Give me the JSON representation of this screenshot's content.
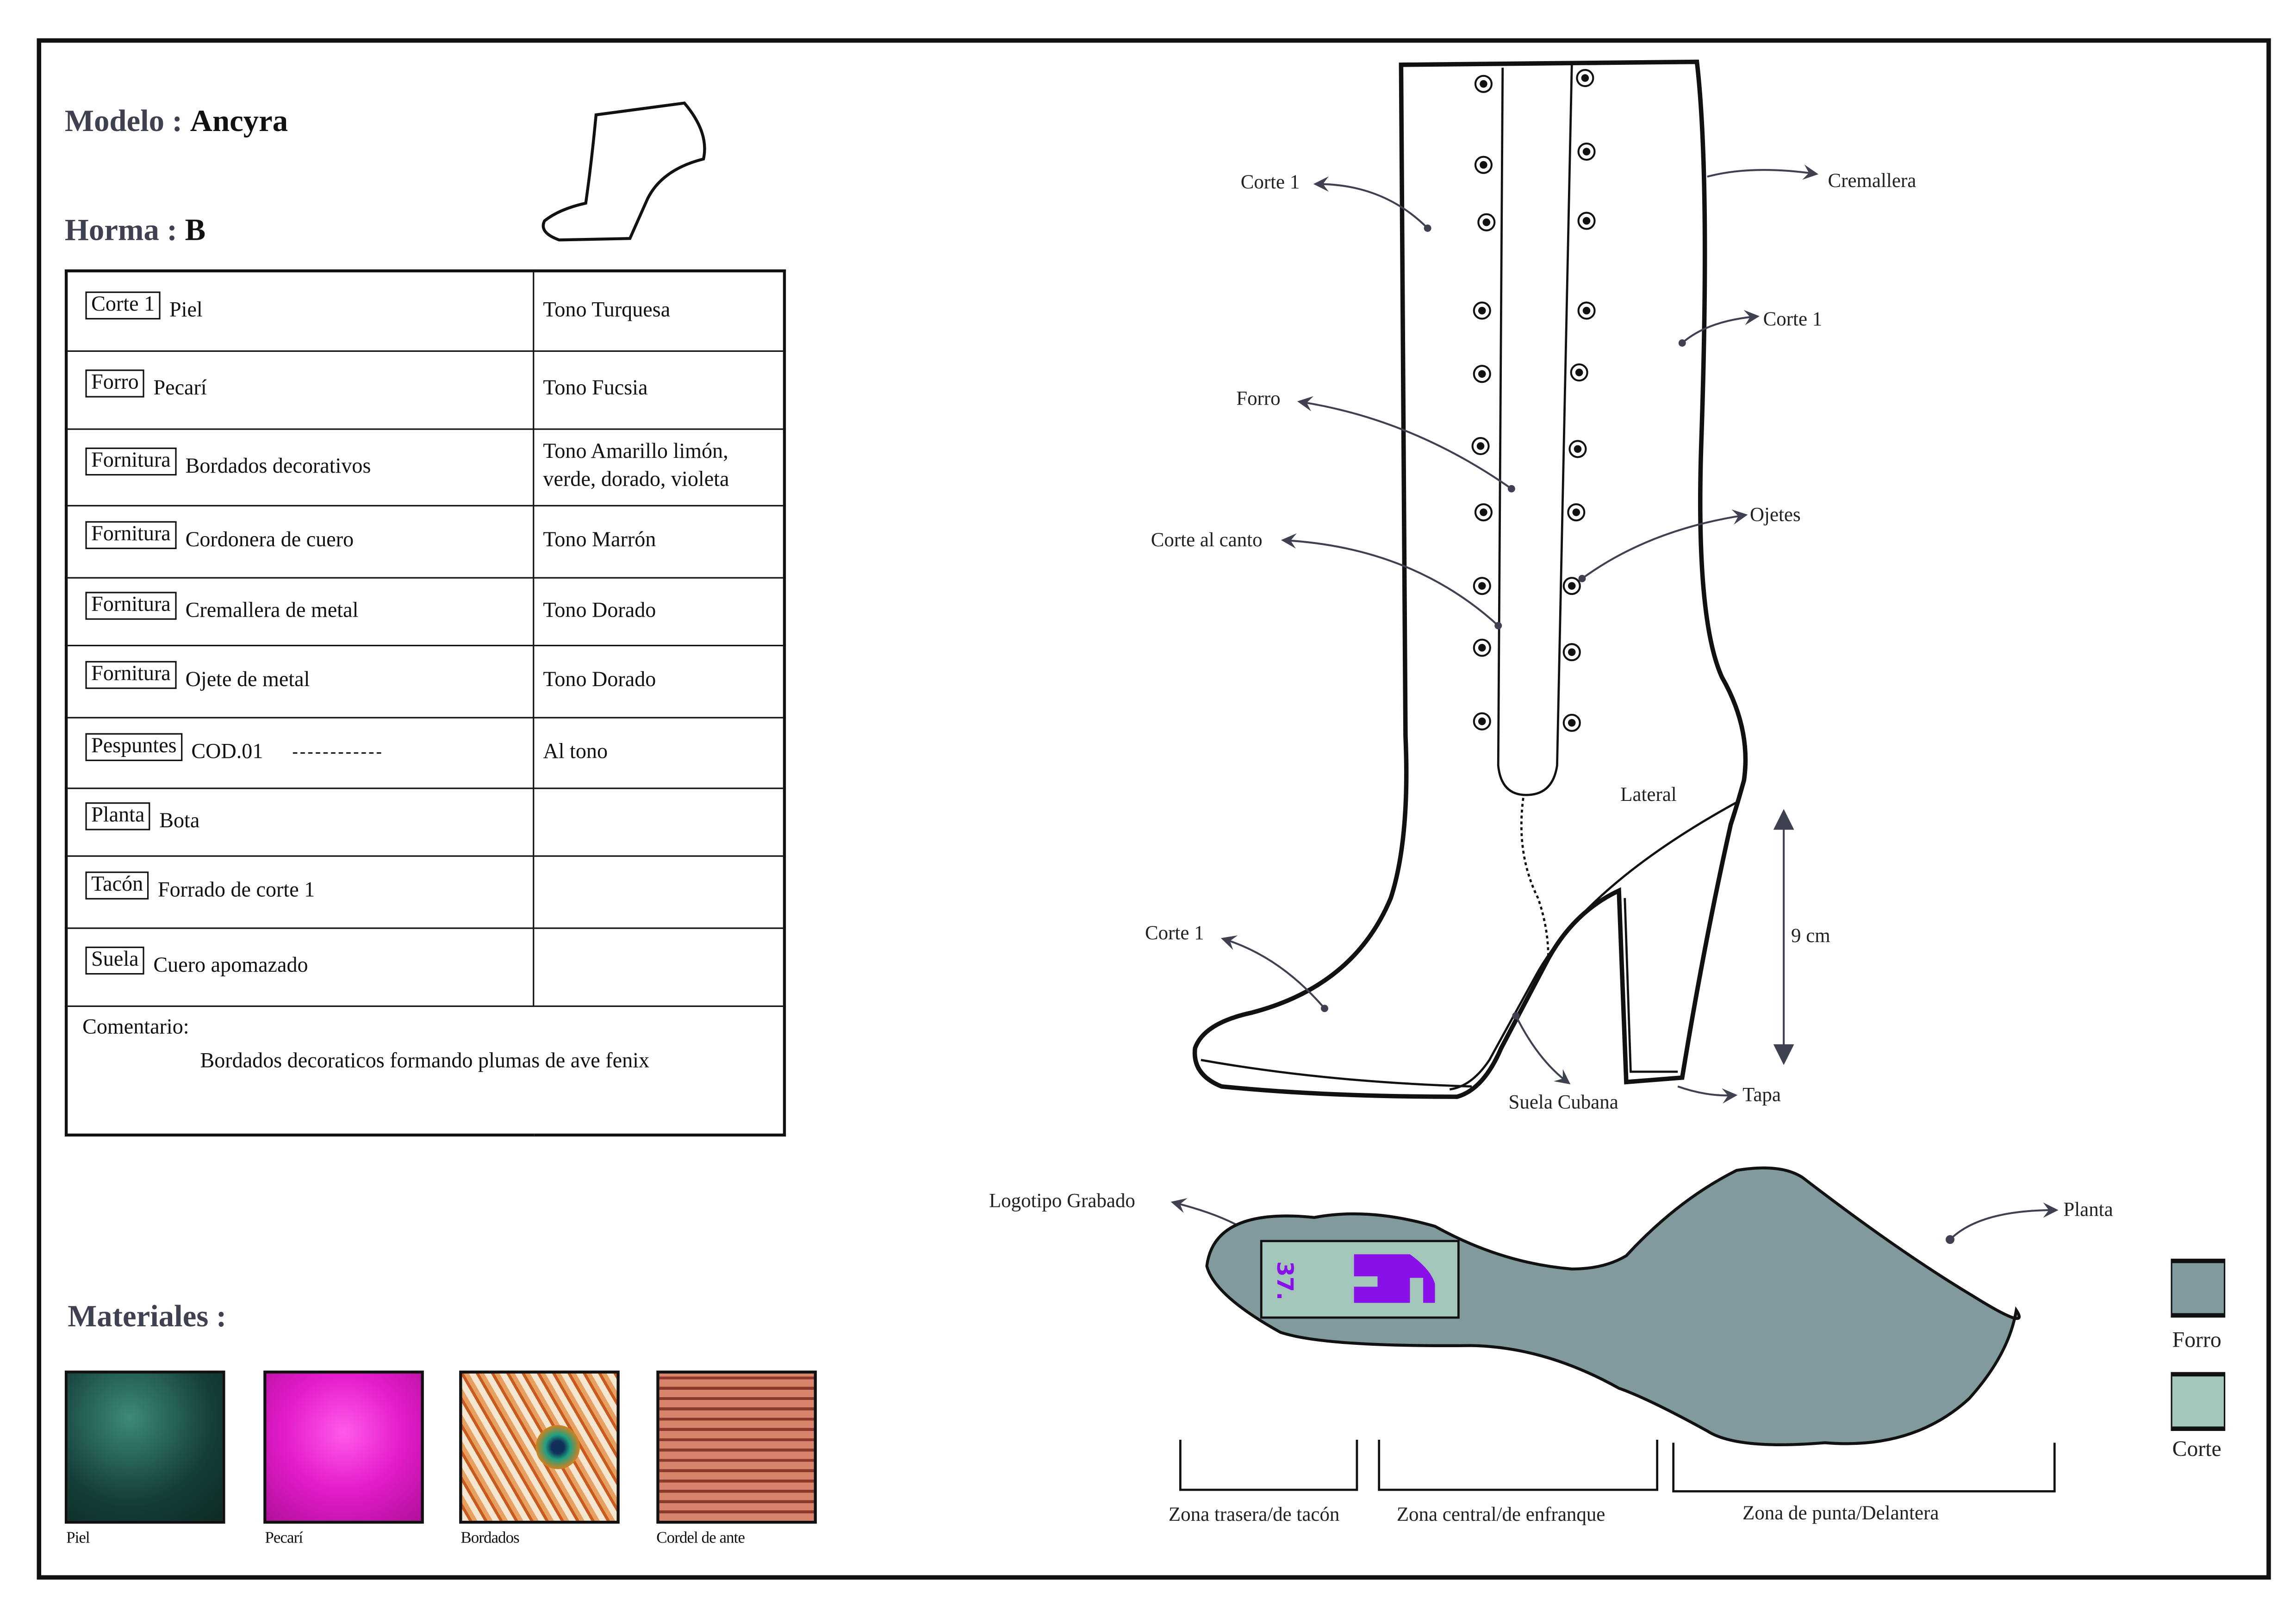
{
  "header": {
    "model_label": "Modelo :",
    "model_value": "Ancyra",
    "last_label": "Horma :",
    "last_value": "B"
  },
  "spec_rows": [
    {
      "tag": "Corte 1",
      "material": "Piel",
      "color": "Tono Turquesa"
    },
    {
      "tag": "Forro",
      "material": "Pecarí",
      "color": "Tono Fucsia"
    },
    {
      "tag": "Fornitura",
      "material": "Bordados decorativos",
      "color": "Tono Amarillo limón, verde, dorado, violeta"
    },
    {
      "tag": "Fornitura",
      "material": "Cordonera de cuero",
      "color": "Tono Marrón"
    },
    {
      "tag": "Fornitura",
      "material": "Cremallera de metal",
      "color": "Tono Dorado"
    },
    {
      "tag": "Fornitura",
      "material": "Ojete de metal",
      "color": "Tono Dorado"
    },
    {
      "tag": "Pespuntes",
      "material": "COD.01",
      "color": "Al tono"
    },
    {
      "tag": "Planta",
      "material": "Bota",
      "color": ""
    },
    {
      "tag": "Tacón",
      "material": "Forrado de corte 1",
      "color": ""
    },
    {
      "tag": "Suela",
      "material": "Cuero apomazado",
      "color": ""
    }
  ],
  "comment": {
    "label": "Comentario:",
    "text": "Bordados decoraticos formando plumas de ave fenix"
  },
  "materials": {
    "title": "Materiales :",
    "items": [
      {
        "label": "Piel",
        "color": "#1f5a50"
      },
      {
        "label": "Pecarí",
        "color": "#e020c8"
      },
      {
        "label": "Bordados",
        "color": "#c8602a"
      },
      {
        "label": "Cordel de ante",
        "color": "#c8705a"
      }
    ]
  },
  "boot_callouts": {
    "corte1_top": "Corte 1",
    "cremallera": "Cremallera",
    "corte1_right": "Corte 1",
    "forro": "Forro",
    "ojetes": "Ojetes",
    "corte_canto": "Corte al canto",
    "lateral": "Lateral",
    "heel_height": "9 cm",
    "corte1_toe": "Corte 1",
    "suela_cubana": "Suela Cubana",
    "tapa": "Tapa"
  },
  "sole": {
    "logo_label": "Logotipo Grabado",
    "planta_label": "Planta",
    "size_mark": "37",
    "forro_color": "#819a9d",
    "corte_color": "#a3c6bb",
    "logo_color": "#8a10ea",
    "zones": [
      "Zona trasera/de tacón",
      "Zona central/de enfranque",
      "Zona de punta/Delantera"
    ]
  },
  "legend": [
    {
      "label": "Forro",
      "color": "#819a9d"
    },
    {
      "label": "Corte",
      "color": "#a3c6bb"
    }
  ]
}
